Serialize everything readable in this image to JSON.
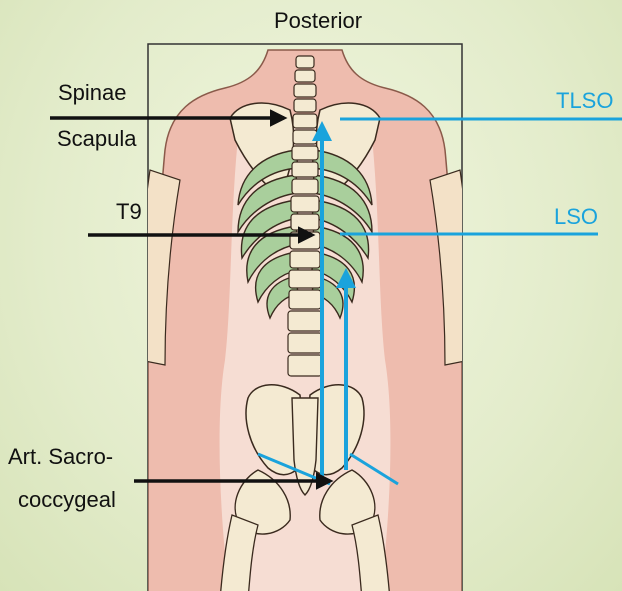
{
  "diagram": {
    "title": "Posterior",
    "landmarks": [
      {
        "id": "spinae-scapula",
        "lines": [
          "Spinae",
          "Scapula"
        ]
      },
      {
        "id": "t9",
        "lines": [
          "T9"
        ]
      },
      {
        "id": "art-sacrococcygeal",
        "lines": [
          "Art. Sacro-",
          "coccygeal"
        ]
      }
    ],
    "orthoses": [
      {
        "id": "tlso",
        "label": "TLSO"
      },
      {
        "id": "lso",
        "label": "LSO"
      }
    ],
    "colors": {
      "background": "#e3eccb",
      "skin": "#eebcae",
      "skin_inner": "#f6ddd3",
      "bone": "#f4ead2",
      "bone_outline": "#3a2a1e",
      "cartilage": "#a9cf9c",
      "black_arrow": "#111111",
      "blue_arrow": "#1aa3dc"
    }
  }
}
